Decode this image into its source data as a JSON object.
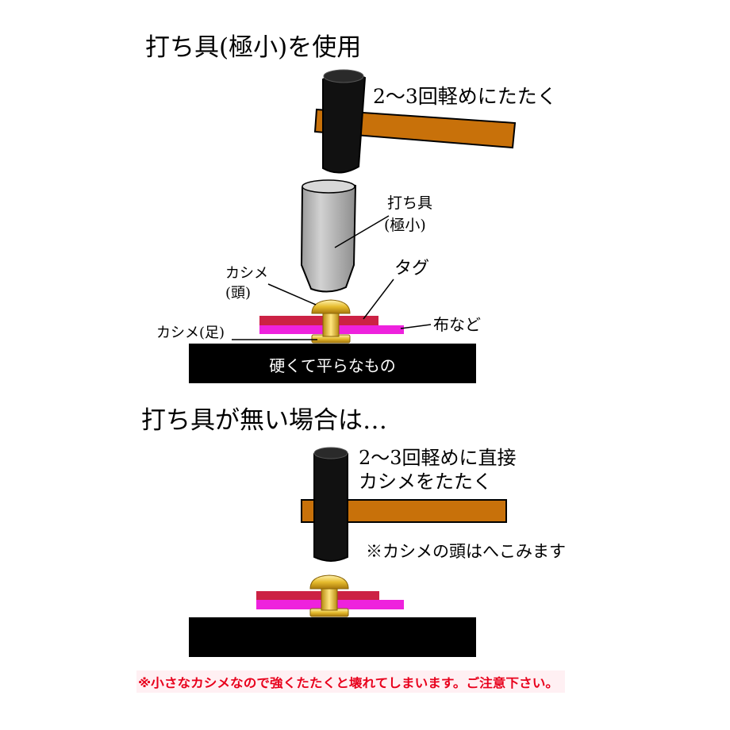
{
  "section1": {
    "heading": "打ち具(極小)を使用",
    "instruction": "2〜3回軽めにたたく",
    "tool_label_line1": "打ち具",
    "tool_label_line2": "(極小)",
    "rivet_head_label_line1": "カシメ",
    "rivet_head_label_line2": "(頭)",
    "rivet_foot_label": "カシメ(足)",
    "tag_label": "タグ",
    "fabric_label": "布など",
    "base_label": "硬くて平らなもの"
  },
  "section2": {
    "heading": "打ち具が無い場合は…",
    "instruction_line1": "2〜3回軽めに直接",
    "instruction_line2": "カシメをたたく",
    "note": "※カシメの頭はへこみます"
  },
  "footer": {
    "warning": "※小さなカシメなので強くたたくと壊れてしまいます。ご注意下さい。"
  },
  "colors": {
    "hammer_head": "#111111",
    "hammer_handle": "#c8710a",
    "tool_body": "#b5b5b5",
    "rivet_gold": "#e6bc2e",
    "tag_red": "#cc2244",
    "fabric_magenta": "#ee22dd",
    "base_black": "#000000",
    "warning_red": "#e8001c",
    "warning_bg": "#fff0f3"
  }
}
